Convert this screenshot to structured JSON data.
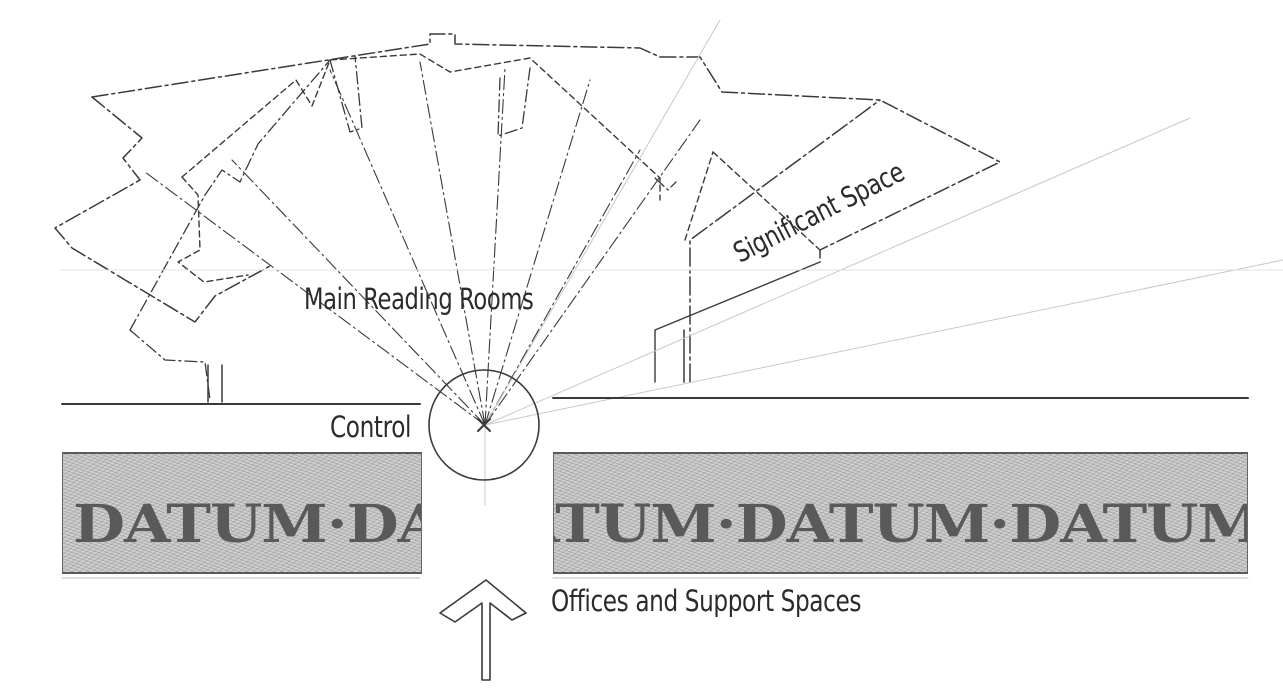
{
  "labels": {
    "main_reading_rooms": "Main Reading Rooms",
    "significant_space": "Significant Space",
    "control": "Control",
    "offices_support": "Offices and Support Spaces"
  },
  "datum": {
    "left_band_text": "DATUM·DAT",
    "right_band_text": "DATUM·DATUM·DATUM·DATUM·DA"
  }
}
